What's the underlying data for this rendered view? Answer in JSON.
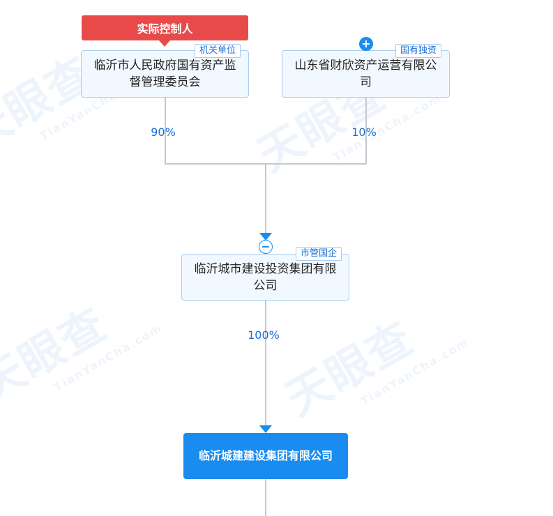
{
  "watermark": {
    "brand": "天眼查",
    "domain": "TianYanCha.com"
  },
  "controller_banner": {
    "label": "实际控制人"
  },
  "shareholders": [
    {
      "name": "临沂市人民政府国有资产监督管理委员会",
      "tag": "机关单位",
      "percent": "90%"
    },
    {
      "name": "山东省财欣资产运营有限公司",
      "tag": "国有独资",
      "percent": "10%",
      "expand_icon": "plus-icon"
    }
  ],
  "middle": {
    "name": "临沂城市建设投资集团有限公司",
    "tag": "市管国企",
    "percent": "100%",
    "collapse_icon": "minus-icon"
  },
  "target": {
    "name": "临沂城建建设集团有限公司"
  },
  "colors": {
    "accent": "#1a8cf0",
    "banner": "#e84a4a",
    "node_bg": "#f2f8ff",
    "node_border": "#a7cdef",
    "line": "#c3c8d0"
  }
}
